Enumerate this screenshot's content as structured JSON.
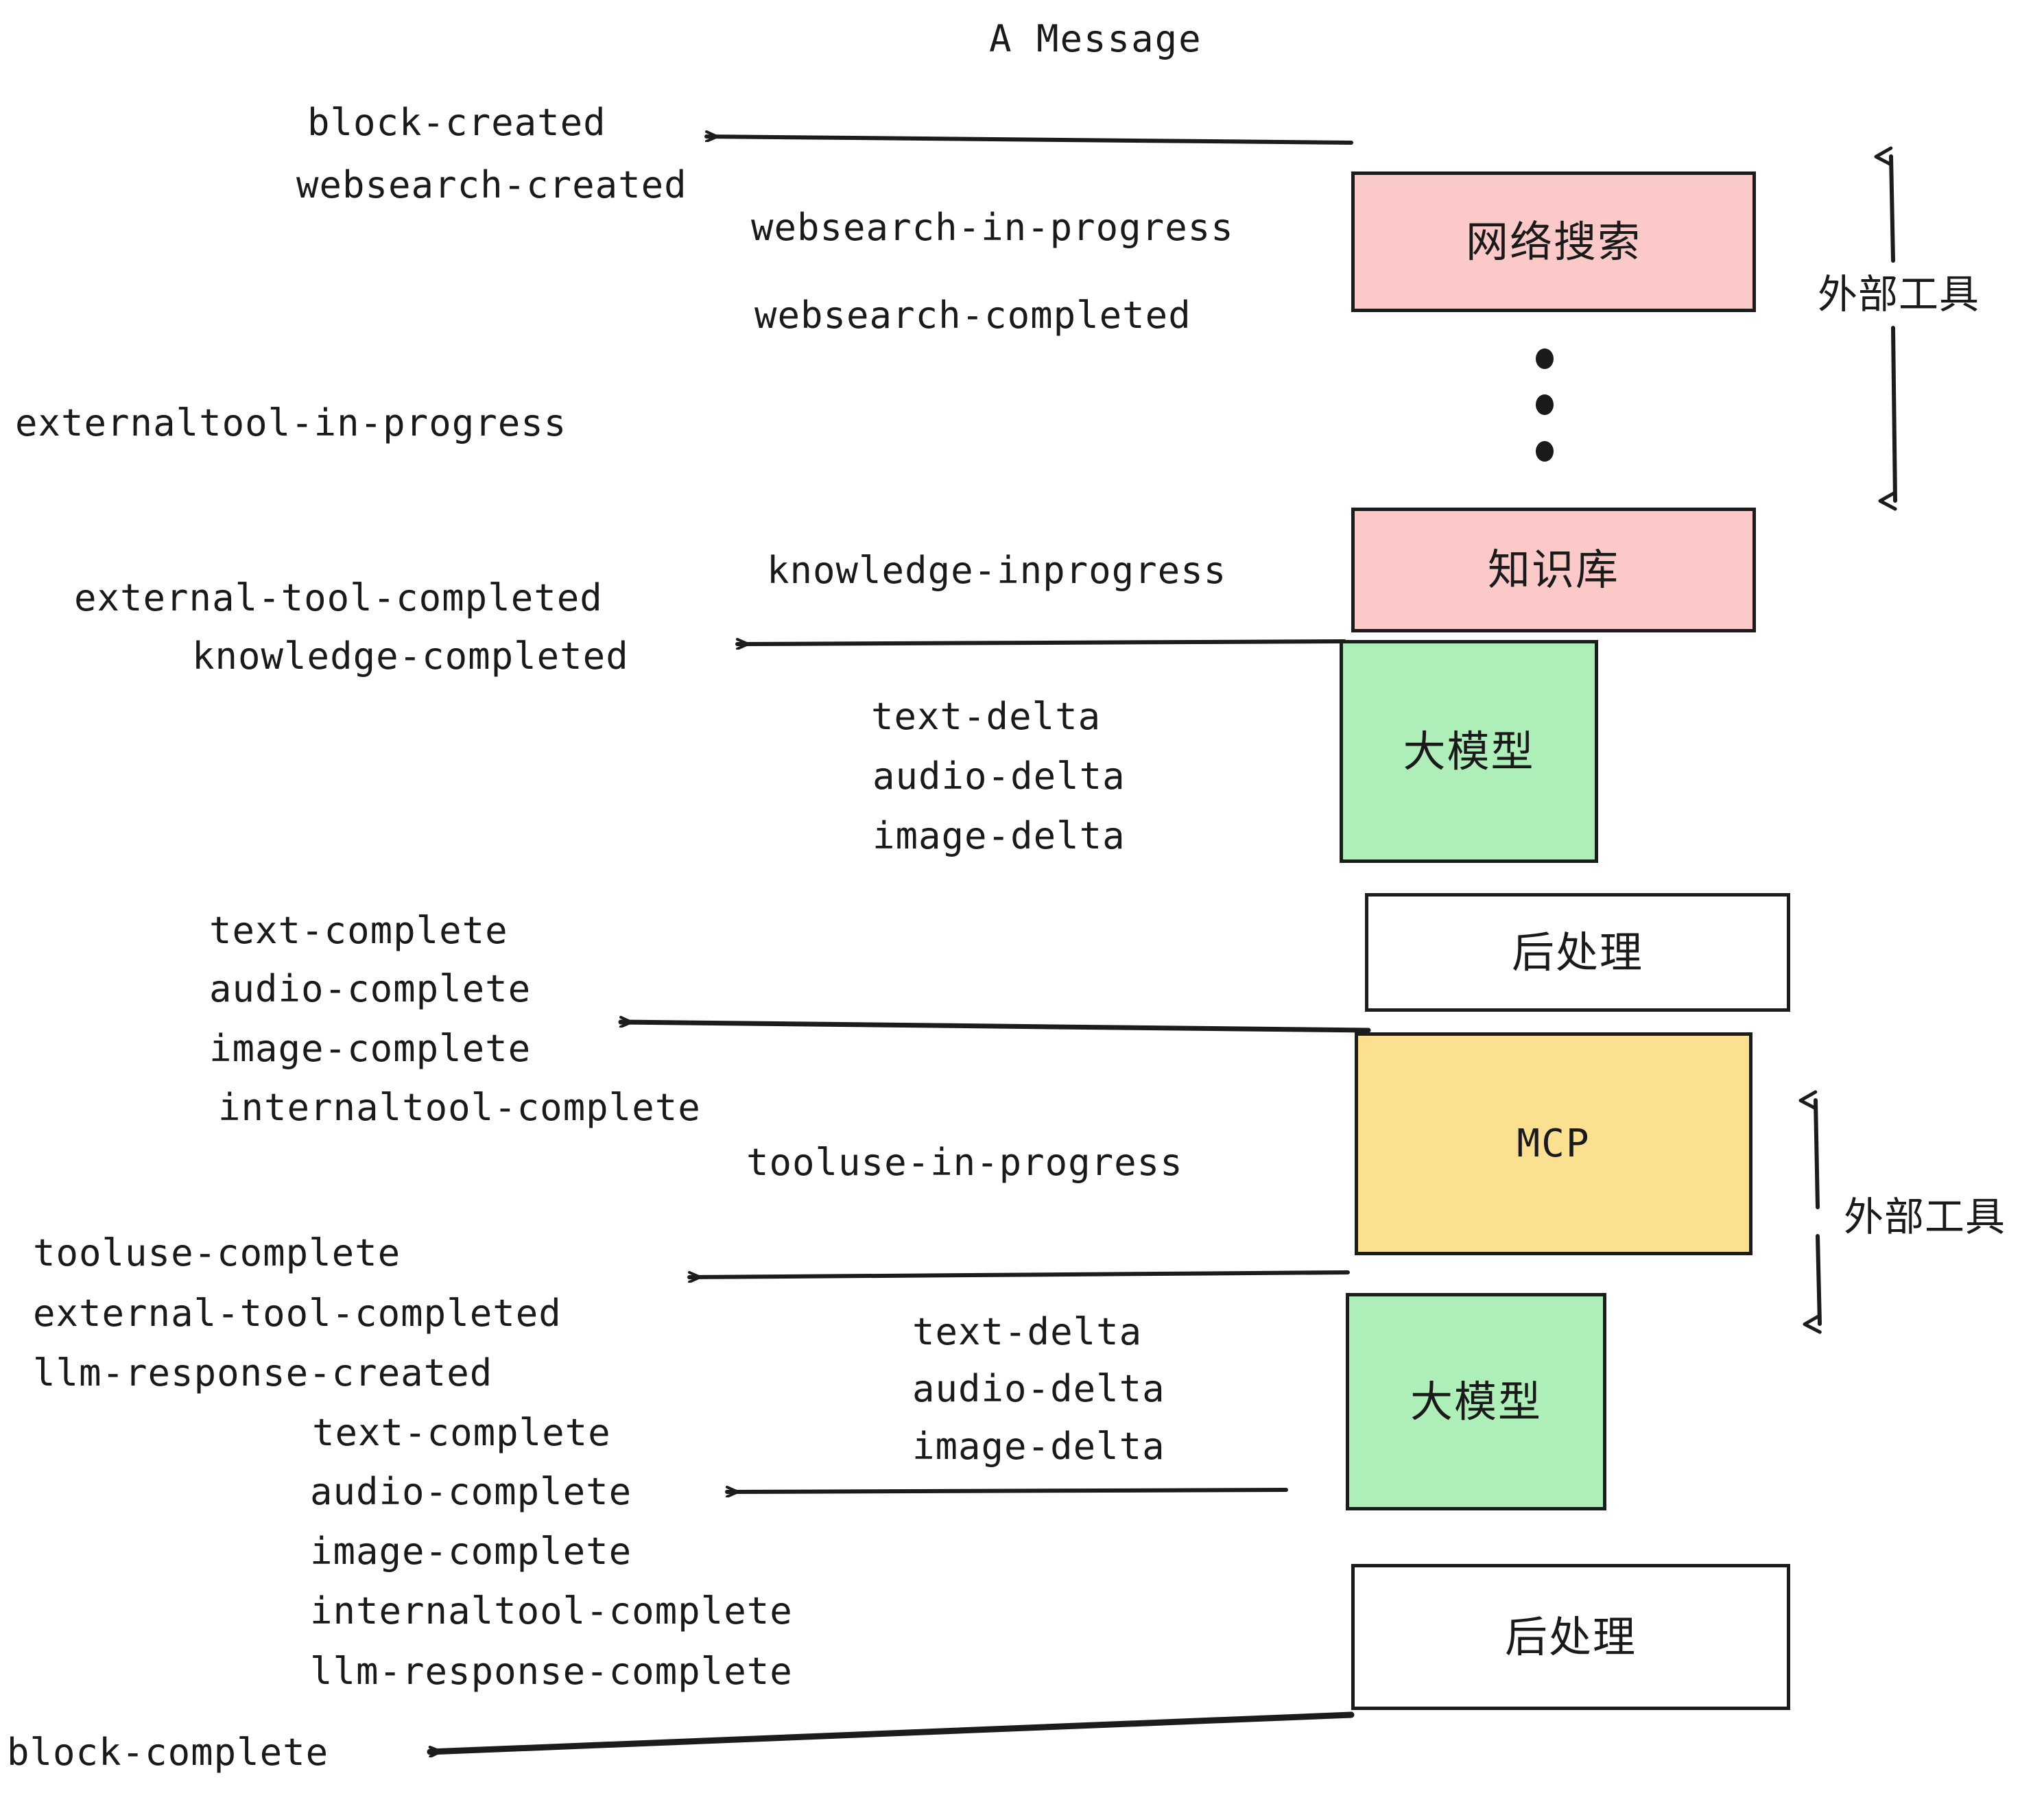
{
  "title": "A Message",
  "colors": {
    "pink": "#fbc9c8",
    "green": "#aeeeb8",
    "yellow": "#fae090",
    "white": "#ffffff",
    "stroke": "#1c1c1c",
    "text": "#1a1a1a"
  },
  "boxes": [
    {
      "id": "websearch",
      "label": "网络搜索",
      "fill": "pink"
    },
    {
      "id": "knowledge",
      "label": "知识库",
      "fill": "pink"
    },
    {
      "id": "llm-top",
      "label": "大模型",
      "fill": "green"
    },
    {
      "id": "postprocess-top",
      "label": "后处理",
      "fill": "white"
    },
    {
      "id": "mcp",
      "label": "MCP",
      "fill": "yellow"
    },
    {
      "id": "llm-bottom",
      "label": "大模型",
      "fill": "green"
    },
    {
      "id": "postprocess-bottom",
      "label": "后处理",
      "fill": "white"
    }
  ],
  "side_labels": {
    "external_tools_top": "外部工具",
    "external_tools_bottom": "外部工具"
  },
  "events": {
    "block_created": "block-created",
    "websearch_created": "websearch-created",
    "websearch_in_progress": "websearch-in-progress",
    "websearch_completed": "websearch-completed",
    "externaltool_in_progress": "externaltool-in-progress",
    "knowledge_inprogress": "knowledge-inprogress",
    "external_tool_completed_1": "external-tool-completed",
    "knowledge_completed": "knowledge-completed",
    "text_delta_1": "text-delta",
    "audio_delta_1": "audio-delta",
    "image_delta_1": "image-delta",
    "text_complete_1": "text-complete",
    "audio_complete_1": "audio-complete",
    "image_complete_1": "image-complete",
    "internaltool_complete_1": "internaltool-complete",
    "tooluse_in_progress": "tooluse-in-progress",
    "tooluse_complete": "tooluse-complete",
    "external_tool_completed_2": "external-tool-completed",
    "llm_response_created": "llm-response-created",
    "text_delta_2": "text-delta",
    "audio_delta_2": "audio-delta",
    "image_delta_2": "image-delta",
    "text_complete_2": "text-complete",
    "audio_complete_2": "audio-complete",
    "image_complete_2": "image-complete",
    "internaltool_complete_2": "internaltool-complete",
    "llm_response_complete": "llm-response-complete",
    "block_complete": "block-complete"
  }
}
